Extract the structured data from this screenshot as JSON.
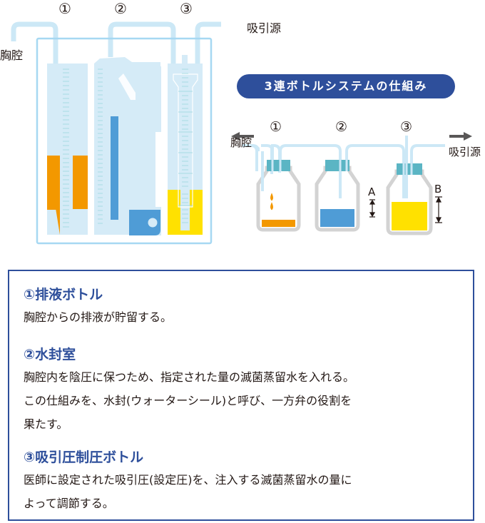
{
  "left_diagram": {
    "chest_label": "胸腔",
    "suction_label": "吸引源",
    "chamber_numbers": [
      "①",
      "②",
      "③"
    ]
  },
  "right_diagram": {
    "title": "3連ボトルシステムの仕組み",
    "chest_label": "胸腔",
    "suction_label": "吸引源",
    "bottle_numbers": [
      "①",
      "②",
      "③"
    ],
    "level_labels": {
      "a": "A",
      "b": "B"
    }
  },
  "colors": {
    "tube": "#cce8f6",
    "accent_blue": "#2e4f9b",
    "drain_orange": "#f39800",
    "water_blue": "#4f9cd6",
    "control_yellow": "#ffe100",
    "cap_teal": "#5bb5c4",
    "bottle_gray": "#d3d3d3"
  },
  "info": {
    "sections": [
      {
        "heading": "①排液ボトル",
        "lines": [
          "胸腔からの排液が貯留する。"
        ]
      },
      {
        "heading": "②水封室",
        "lines": [
          "胸腔内を陰圧に保つため、指定された量の滅菌蒸留水を入れる。",
          "この仕組みを、水封(ウォーターシール)と呼び、一方弁の役割を",
          "果たす。"
        ]
      },
      {
        "heading": "③吸引圧制圧ボトル",
        "lines": [
          "医師に設定された吸引圧(設定圧)を、注入する滅菌蒸留水の量に",
          "よって調節する。"
        ]
      }
    ]
  }
}
